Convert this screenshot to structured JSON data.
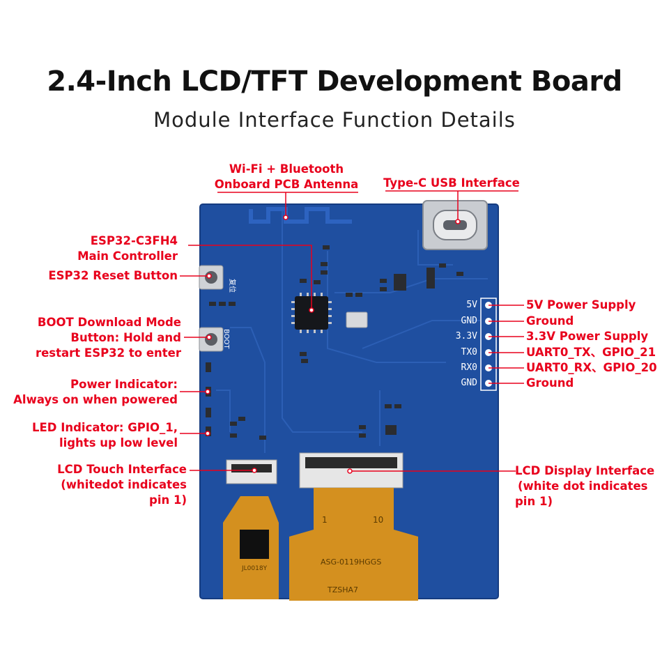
{
  "header": {
    "title": "2.4-Inch LCD/TFT Development Board",
    "subtitle": "Module Interface Function Details"
  },
  "board": {
    "pcb_color": "#1f4fa0",
    "accent_color": "#e8001c",
    "silkscreen": {
      "reset": "复位",
      "boot": "BOOT",
      "ffc_num_1": "1",
      "ffc_num_10": "10",
      "ffc_text_a": "JL0018Y",
      "ffc_text_b": "ASG-0119HGGS",
      "ffc_text_c": "TZSHA7"
    },
    "header_pins": [
      "5V",
      "GND",
      "3.3V",
      "TX0",
      "RX0",
      "GND"
    ]
  },
  "labels": {
    "antenna": [
      "Wi-Fi + Bluetooth",
      "Onboard PCB Antenna"
    ],
    "usb": [
      "Type-C USB Interface"
    ],
    "controller": [
      "ESP32-C3FH4",
      "Main Controller"
    ],
    "reset": [
      "ESP32 Reset Button"
    ],
    "boot": [
      "BOOT Download Mode",
      "Button: Hold and",
      "restart ESP32 to enter"
    ],
    "power_led": [
      "Power Indicator:",
      "Always on when powered"
    ],
    "gpio_led": [
      "LED Indicator: GPIO_1,",
      "lights up low level"
    ],
    "touch": [
      "LCD Touch Interface",
      "(whitedot indicates",
      "pin 1)"
    ],
    "display": [
      "LCD Display Interface",
      "(white dot indicates",
      "pin 1)"
    ],
    "pins": [
      "5V Power Supply",
      "Ground",
      "3.3V Power Supply",
      "UART0_TX、GPIO_21",
      "UART0_RX、GPIO_20",
      "Ground"
    ]
  }
}
